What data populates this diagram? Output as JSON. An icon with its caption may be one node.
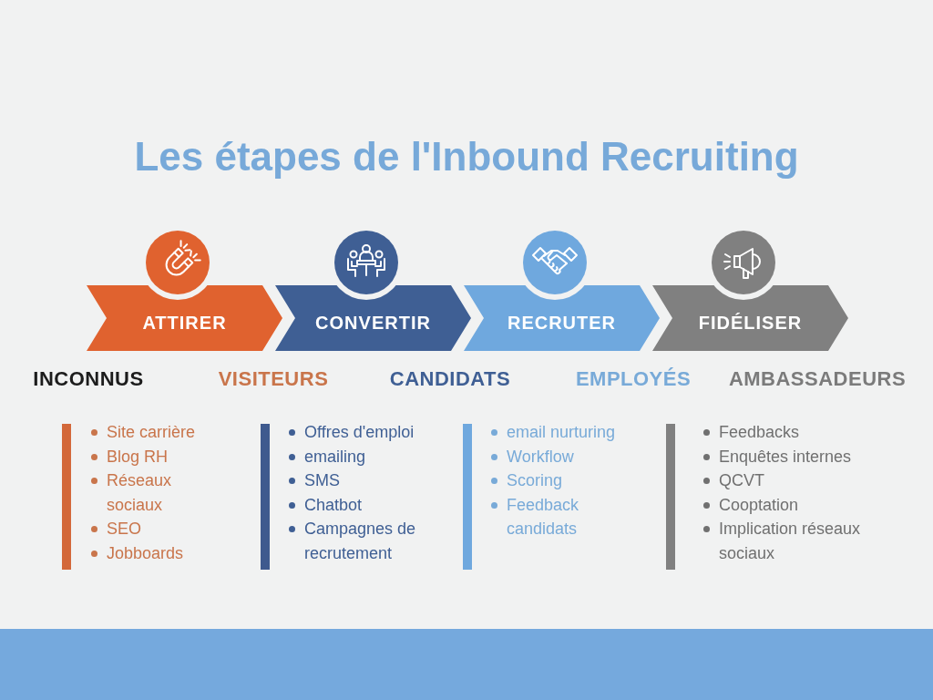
{
  "diagram": {
    "title": "Les étapes de l'Inbound Recruiting",
    "nodes": [
      {
        "text": [
          "ATTIRER"
        ]
      },
      {
        "text": [
          "CONVERTIR"
        ]
      },
      {
        "text": [
          "RECRUTER"
        ]
      },
      {
        "text": [
          "FIDÉLISER"
        ]
      }
    ],
    "labels": [
      "INCONNUS",
      "VISITEURS",
      "CANDIDATS",
      "EMPLOYÉS",
      "AMBASSADEURS",
      "Site carrière",
      "Blog RH",
      "Réseaux sociaux",
      "SEO",
      "Jobboards",
      "Offres d'emploi",
      "emailing",
      "SMS",
      "Chatbot",
      "Campagnes de recrutement",
      "email nurturing",
      "Workflow",
      "Scoring",
      "Feedback candidats",
      "Feedbacks",
      "Enquêtes internes",
      "QCVT",
      "Cooptation",
      "Implication réseaux sociaux"
    ]
  }
}
